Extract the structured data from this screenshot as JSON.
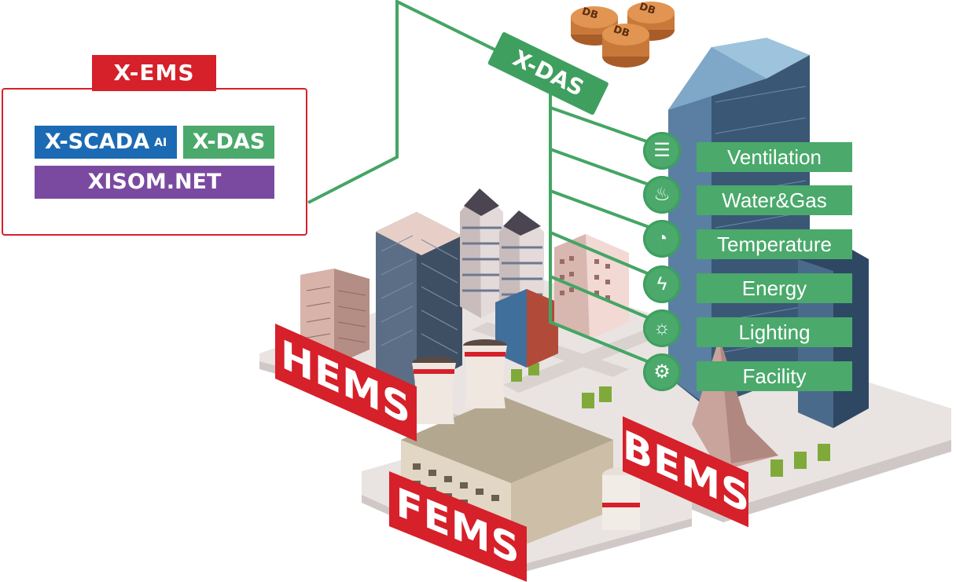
{
  "xems": {
    "title": "X-EMS",
    "scada_label": "X-SCADA",
    "scada_badge": "AI",
    "das_label": "X-DAS",
    "isom_label": "XISOM.NET"
  },
  "xdas": {
    "label": "X-DAS",
    "db_labels": [
      "DB",
      "DB",
      "DB"
    ]
  },
  "categories": [
    {
      "label": "Ventilation",
      "icon": "sliders-icon"
    },
    {
      "label": "Water&Gas",
      "icon": "faucet-flame-icon"
    },
    {
      "label": "Temperature",
      "icon": "gauge-icon"
    },
    {
      "label": "Energy",
      "icon": "lightning-icon"
    },
    {
      "label": "Lighting",
      "icon": "lightbulb-icon"
    },
    {
      "label": "Facility",
      "icon": "gear-icon"
    }
  ],
  "systems": {
    "hems": "HEMS",
    "fems": "FEMS",
    "bems": "BEMS"
  },
  "colors": {
    "red": "#d6202a",
    "green": "#4aa96b",
    "blue": "#1b6ab3",
    "purple": "#7a4aa0",
    "db_gold": "#c8793a"
  }
}
